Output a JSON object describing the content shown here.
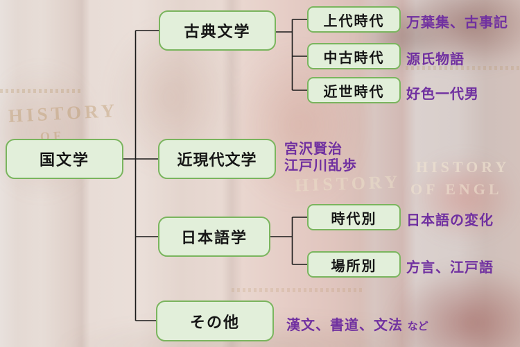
{
  "diagram": {
    "root": {
      "label": "国文学"
    },
    "branches": [
      {
        "label": "古典文学",
        "children": [
          {
            "label": "上代時代",
            "note": "万葉集、古事記"
          },
          {
            "label": "中古時代",
            "note": "源氏物語"
          },
          {
            "label": "近世時代",
            "note": "好色一代男"
          }
        ]
      },
      {
        "label": "近現代文学",
        "note_lines": [
          "宮沢賢治",
          "江戸川乱歩"
        ]
      },
      {
        "label": "日本語学",
        "children": [
          {
            "label": "時代別",
            "note": "日本語の変化"
          },
          {
            "label": "場所別",
            "note": "方言、江戸語"
          }
        ]
      },
      {
        "label": "その他",
        "note": "漢文、書道、文法",
        "note_suffix": "など"
      }
    ],
    "colors": {
      "box_fill": "#e2efda",
      "box_border": "#7ab55e",
      "label_text": "#161616",
      "note_text": "#7030a0",
      "connector": "#1a1a1a"
    }
  },
  "background": {
    "spine_texts": [
      "HISTORY",
      "OF",
      "HISTORY",
      "HISTORY",
      "OF ENGL"
    ]
  }
}
